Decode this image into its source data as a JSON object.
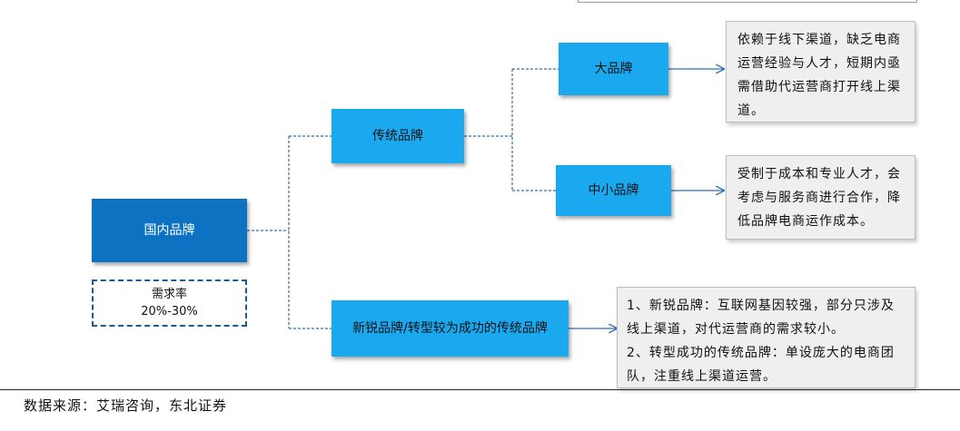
{
  "root": {
    "label": "国内品牌"
  },
  "rate": {
    "label": "需求率",
    "value": "20%-30%"
  },
  "traditional": {
    "label": "传统品牌"
  },
  "big_brand": {
    "label": "大品牌"
  },
  "small_brand": {
    "label": "中小品牌"
  },
  "new_brand": {
    "label": "新锐品牌/转型较为成功的传统品牌"
  },
  "notes": {
    "big": "依赖于线下渠道，缺乏电商运营经验与人才，短期内亟需借助代运营商打开线上渠道。",
    "small": "受制于成本和专业人才，会考虑与服务商进行合作，降低品牌电商运作成本。",
    "new_line1": "1、新锐品牌：互联网基因较强，部分只涉及线上渠道，对代运营商的需求较小。",
    "new_line2": "2、转型成功的传统品牌：单设庞大的电商团队，注重线上渠道运营。"
  },
  "source": "数据来源：艾瑞咨询，东北证券",
  "colors": {
    "root": "#0d72c2",
    "box": "#1aa9ef",
    "connector": "#2e6fb5",
    "note_bg": "#efefef"
  }
}
